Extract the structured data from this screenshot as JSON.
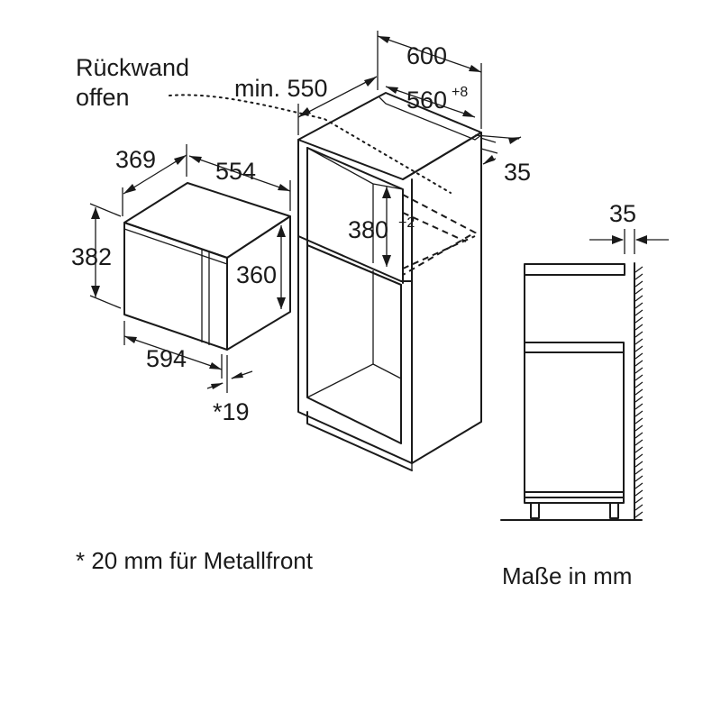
{
  "labels": {
    "rear_wall_line1": "Rückwand",
    "rear_wall_line2": "offen",
    "niche_depth": "min. 550",
    "cabinet_width": "600",
    "niche_width": "560",
    "niche_width_tol": "+8",
    "rear_gap": "35",
    "niche_height": "380",
    "niche_height_tol": "+2",
    "appliance_depth": "369",
    "appliance_width": "554",
    "appliance_height": "382",
    "appliance_inner_height": "360",
    "front_width": "594",
    "front_thickness": "*19",
    "side_gap": "35"
  },
  "footnote": "* 20 mm für Metallfront",
  "units_note": "Maße in mm"
}
